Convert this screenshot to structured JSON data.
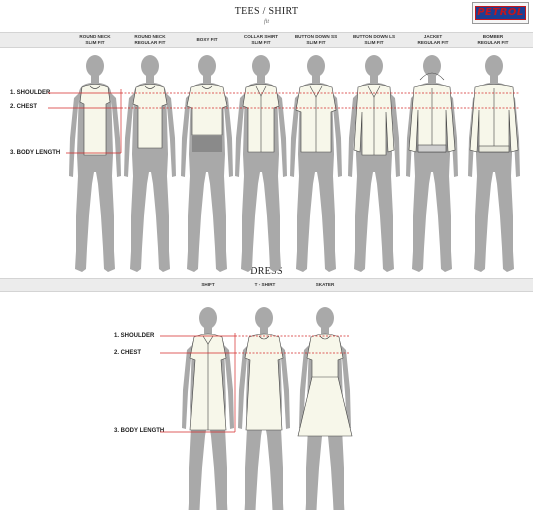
{
  "logo": {
    "text": "PETROL"
  },
  "tees": {
    "title": "TEES / SHIRT",
    "subtitle": "fit",
    "columns": [
      {
        "line1": "ROUND NECK",
        "line2": "SLIM FIT"
      },
      {
        "line1": "ROUND NECK",
        "line2": "REGULAR FIT"
      },
      {
        "line1": "BOXY FIT",
        "line2": ""
      },
      {
        "line1": "COLLAR SHIRT",
        "line2": "SLIM FIT"
      },
      {
        "line1": "BUTTON DOWN SS",
        "line2": "SLIM FIT"
      },
      {
        "line1": "BUTTON DOWN LS",
        "line2": "SLIM FIT"
      },
      {
        "line1": "JACKET",
        "line2": "REGULAR FIT"
      },
      {
        "line1": "BOMBER",
        "line2": "REGULAR FIT"
      }
    ],
    "measurements": [
      "1. SHOULDER",
      "2. CHEST",
      "3. BODY LENGTH"
    ]
  },
  "dress": {
    "title": "DRESS",
    "columns": [
      "SHIFT",
      "T - SHIRT",
      "SKATER"
    ],
    "measurements": [
      "1. SHOULDER",
      "2. CHEST",
      "3. BODY LENGTH"
    ]
  },
  "colors": {
    "mannequin": "#a9a9a9",
    "garment": "#f7f7ea",
    "measure": "#d42a2a",
    "bar": "#ececec"
  }
}
